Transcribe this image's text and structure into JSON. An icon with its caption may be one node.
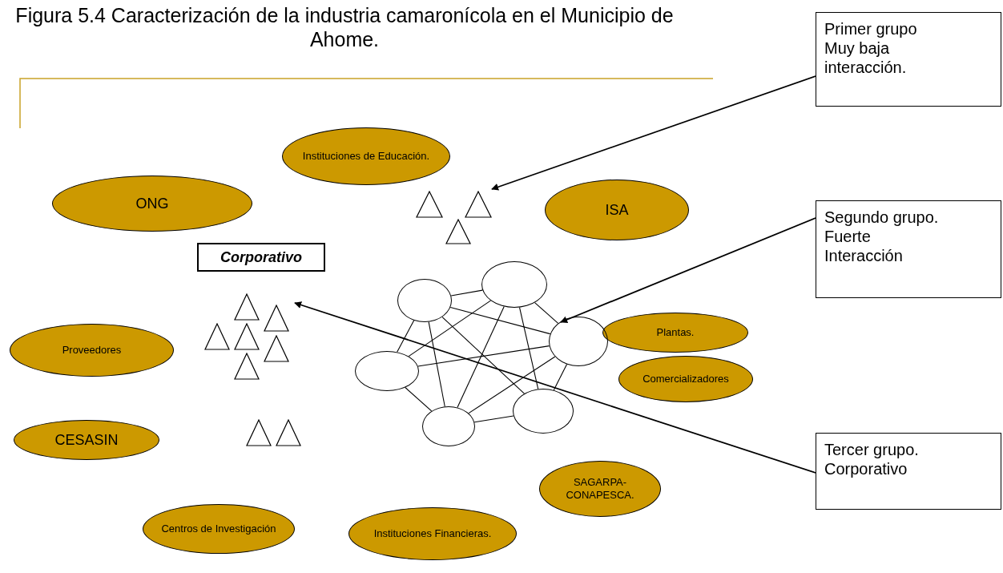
{
  "diagram": {
    "title": "Figura 5.4 Caracterización de la industria camaronícola en el Municipio de Ahome.",
    "nodes": [
      {
        "text": [
          "Primer grupo",
          "Muy baja interacción."
        ]
      },
      {
        "text": [
          "Instituciones de Educación."
        ]
      },
      {
        "text": [
          "ONG"
        ]
      },
      {
        "text": [
          "ISA"
        ]
      },
      {
        "text": [],
        "shape": "triangle"
      },
      {
        "text": [],
        "shape": "triangle"
      },
      {
        "text": [],
        "shape": "triangle"
      },
      {
        "text": [
          "Segundo grupo.",
          "Fuerte Interacción"
        ]
      },
      {
        "text": [
          "Corporativo"
        ]
      },
      {
        "text": [],
        "shape": "circle"
      },
      {
        "text": [],
        "shape": "circle"
      },
      {
        "text": [
          "Plantas."
        ]
      },
      {
        "text": [],
        "shape": "triangle"
      },
      {
        "text": [],
        "shape": "triangle"
      },
      {
        "text": [],
        "shape": "triangle"
      },
      {
        "text": [],
        "shape": "triangle"
      },
      {
        "text": [],
        "shape": "triangle"
      },
      {
        "text": [
          "Proveedores"
        ]
      },
      {
        "text": [],
        "shape": "circle"
      },
      {
        "text": [],
        "shape": "triangle"
      },
      {
        "text": [],
        "shape": "circle"
      },
      {
        "text": [
          "Comercializadores"
        ]
      },
      {
        "text": [],
        "shape": "circle"
      },
      {
        "text": [],
        "shape": "circle"
      },
      {
        "text": [],
        "shape": "triangle"
      },
      {
        "text": [],
        "shape": "triangle"
      },
      {
        "text": [
          "CESASIN"
        ]
      },
      {
        "text": [
          "Tercer grupo.",
          "Corporativo"
        ]
      },
      {
        "text": [
          "SAGARPA-CONAPESCA."
        ]
      },
      {
        "text": [
          "Centros de Investigación"
        ]
      },
      {
        "text": [
          "Instituciones Financieras."
        ]
      }
    ],
    "edges": [
      {
        "from": 10,
        "to": 9,
        "arrow": "none"
      },
      {
        "from": 10,
        "to": 20,
        "arrow": "none"
      },
      {
        "from": 9,
        "to": 18,
        "arrow": "none"
      },
      {
        "from": 20,
        "to": 23,
        "arrow": "none"
      },
      {
        "from": 23,
        "to": 22,
        "arrow": "none"
      },
      {
        "from": 18,
        "to": 22,
        "arrow": "none"
      },
      {
        "from": 10,
        "to": 18,
        "arrow": "none"
      },
      {
        "from": 20,
        "to": 18,
        "arrow": "none"
      },
      {
        "from": 20,
        "to": 9,
        "arrow": "none"
      },
      {
        "from": 23,
        "to": 9,
        "arrow": "none"
      },
      {
        "from": 9,
        "to": 22,
        "arrow": "none"
      },
      {
        "from": 10,
        "to": 23,
        "arrow": "none"
      },
      {
        "from": 10,
        "to": 22,
        "arrow": "none"
      },
      {
        "from": 23,
        "to": 18,
        "arrow": "none"
      },
      {
        "from": 0,
        "to": 5,
        "arrow": "to"
      },
      {
        "from": 7,
        "to": 18,
        "arrow": "to"
      },
      {
        "from": 27,
        "to": 13,
        "arrow": "to"
      }
    ]
  }
}
